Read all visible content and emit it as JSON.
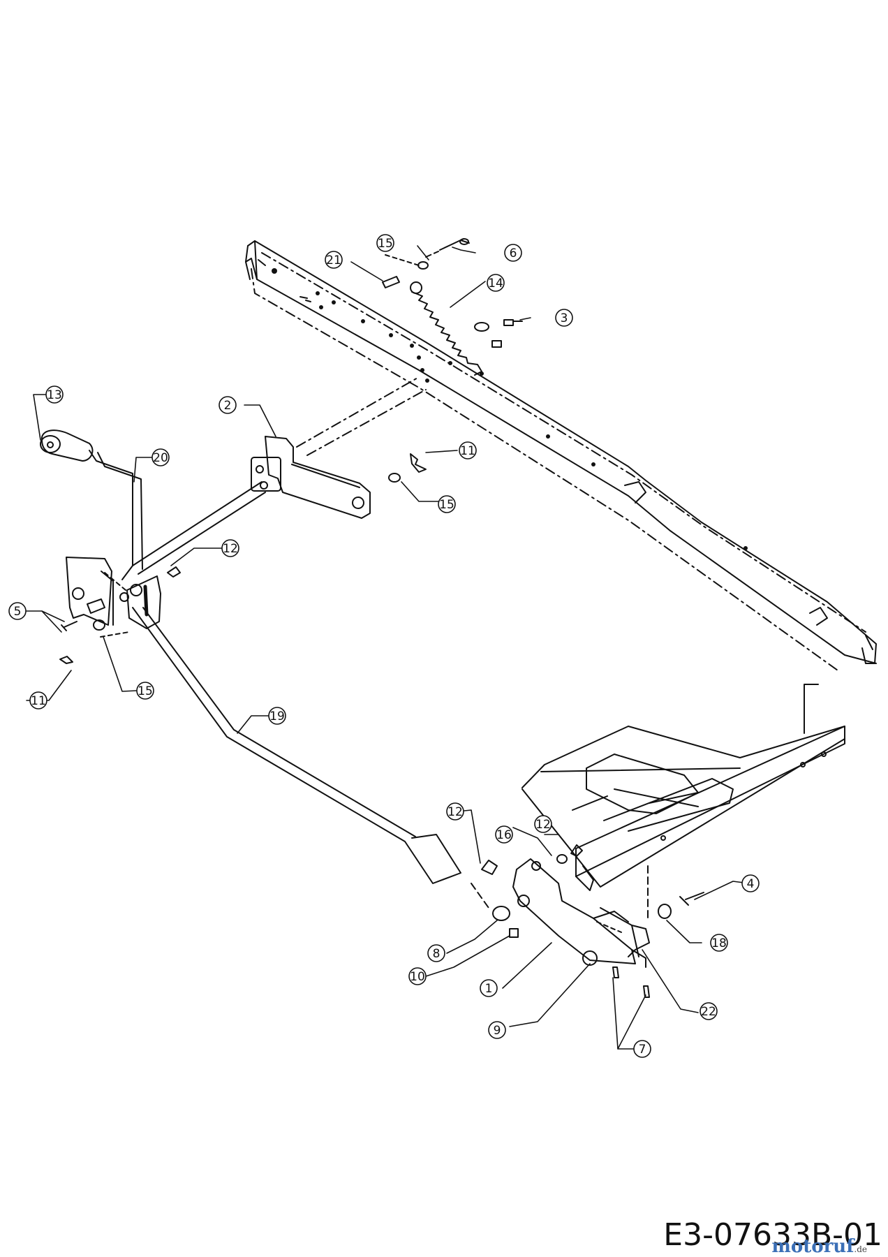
{
  "diagram": {
    "code": "E3-07633B-01",
    "watermark": {
      "text": "motoruf",
      "suffix": ".de"
    },
    "callouts": [
      "1",
      "2",
      "3",
      "4",
      "5",
      "6",
      "7",
      "8",
      "9",
      "10",
      "11",
      "11",
      "12",
      "12",
      "12",
      "13",
      "14",
      "15",
      "15",
      "15",
      "16",
      "18",
      "19",
      "20",
      "21",
      "22"
    ]
  }
}
